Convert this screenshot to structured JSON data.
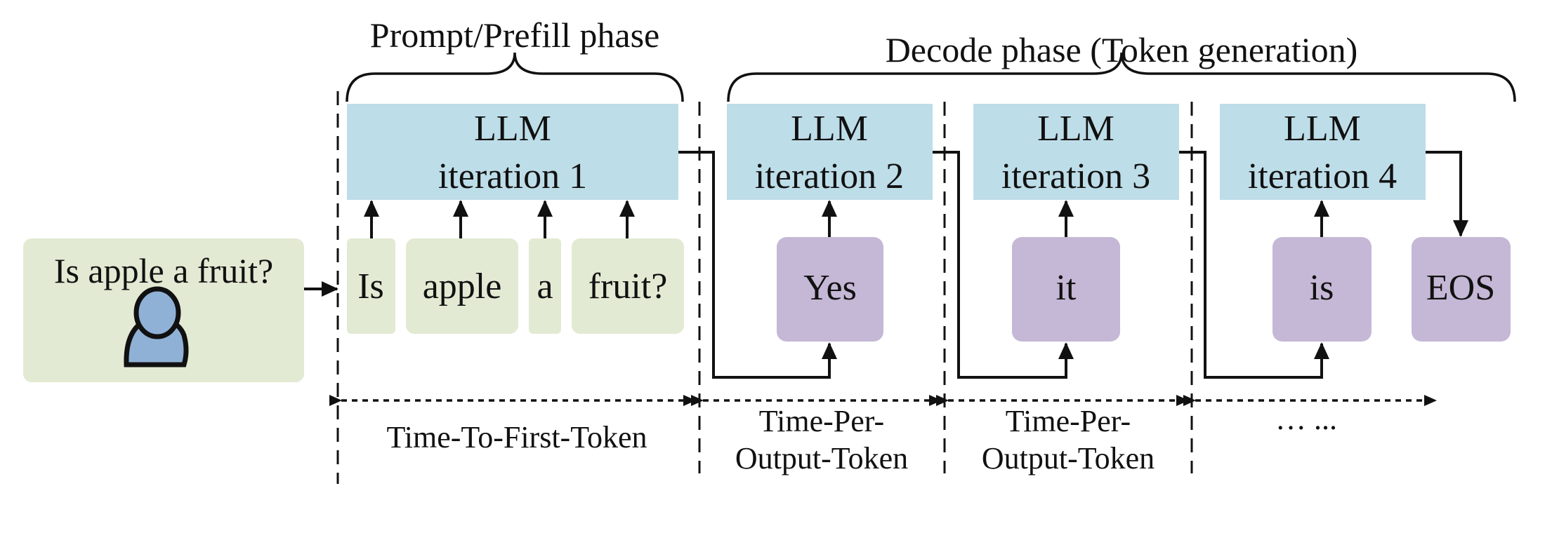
{
  "colors": {
    "llm_block": "#bddde8",
    "input_token": "#e3ead3",
    "output_token": "#c5b8d6",
    "user_box": "#e3ead3",
    "user_icon": "#8fb1d6",
    "line": "#111111"
  },
  "phases": {
    "prefill": "Prompt/Prefill phase",
    "decode": "Decode phase (Token generation)"
  },
  "user": {
    "query": "Is apple a fruit?",
    "icon": "user-icon"
  },
  "llm_blocks": [
    {
      "line1": "LLM",
      "line2": "iteration 1"
    },
    {
      "line1": "LLM",
      "line2": "iteration 2"
    },
    {
      "line1": "LLM",
      "line2": "iteration 3"
    },
    {
      "line1": "LLM",
      "line2": "iteration 4"
    }
  ],
  "input_tokens": [
    "Is",
    "apple",
    "a",
    "fruit?"
  ],
  "output_tokens": [
    "Yes",
    "it",
    "is",
    "EOS"
  ],
  "timings": [
    {
      "line1": "Time-To-First-Token",
      "line2": ""
    },
    {
      "line1": "Time-Per-",
      "line2": "Output-Token"
    },
    {
      "line1": "Time-Per-",
      "line2": "Output-Token"
    },
    {
      "line1": "… ...",
      "line2": ""
    }
  ]
}
